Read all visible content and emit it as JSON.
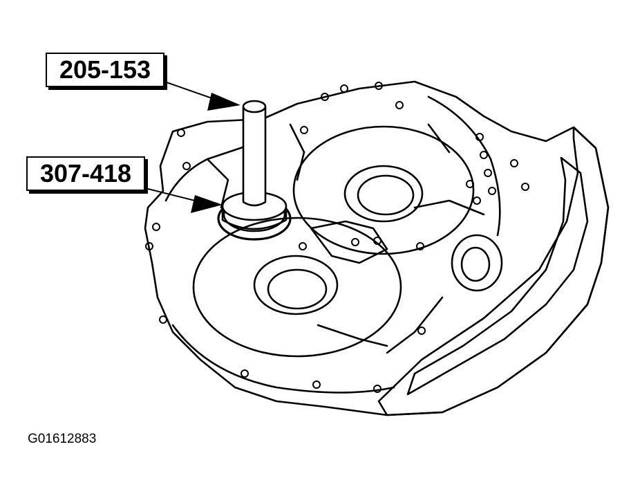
{
  "callouts": {
    "tool_upper": "205-153",
    "tool_lower": "307-418"
  },
  "figure_id": "G01612883",
  "colors": {
    "line": "#000000",
    "background": "#ffffff"
  }
}
